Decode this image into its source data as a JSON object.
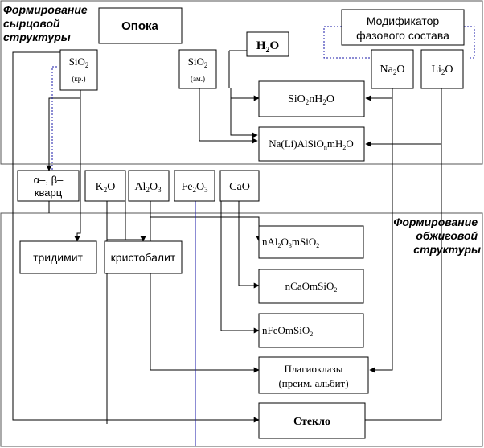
{
  "sections": {
    "raw_title": [
      "Формирование",
      "сырцовой",
      "структуры"
    ],
    "fired_title": [
      "Формирование",
      "обжиговой",
      "структуры"
    ]
  },
  "boxes": {
    "opoka": "Опока",
    "h2o": {
      "base": "H",
      "sub": "2",
      "tail": "O"
    },
    "modifier": [
      "Модификатор",
      "фазового состава"
    ],
    "sio2_cr": {
      "base": "SiO",
      "sub": "2",
      "note": "(кр.)"
    },
    "sio2_am": {
      "base": "SiO",
      "sub": "2",
      "note": "(ам.)"
    },
    "na2o": {
      "base": "Na",
      "sub": "2",
      "tail": "O"
    },
    "li2o": {
      "base": "Li",
      "sub": "2",
      "tail": "O"
    },
    "sio2nh2o": {
      "p1": "SiO",
      "s1": "2",
      "p2": "nH",
      "s2": "2",
      "p3": "O"
    },
    "nalisio": {
      "p1": "Na(Li)AlSiO",
      "s1": "n",
      "p2": "mH",
      "s2": "2",
      "p3": "O"
    },
    "quartz": [
      "α–, β–",
      "кварц"
    ],
    "k2o": {
      "base": "K",
      "sub": "2",
      "tail": "O"
    },
    "al2o3": {
      "p1": "Al",
      "s1": "2",
      "p2": "O",
      "s2": "3"
    },
    "fe2o3": {
      "p1": "Fe",
      "s1": "2",
      "p2": "O",
      "s2": "3"
    },
    "cao": "CaO",
    "tridymite": "тридимит",
    "cristobalite": "кристобалит",
    "nal2o3msio2": {
      "p1": "nAl",
      "s1": "2",
      "p2": "O",
      "s2": "3",
      "p3": "mSiO",
      "s3": "2"
    },
    "ncaomsio2": {
      "p1": "nCaOmSiO",
      "s1": "2"
    },
    "nfeomsio2": {
      "p1": "nFeOmSiO",
      "s1": "2"
    },
    "plagioclase": [
      "Плагиоклазы",
      "(преим. альбит)"
    ],
    "glass": "Стекло"
  },
  "colors": {
    "line": "#000000",
    "accent_line": "#1a1aa8",
    "background": "#ffffff",
    "section_border": "#555555"
  }
}
